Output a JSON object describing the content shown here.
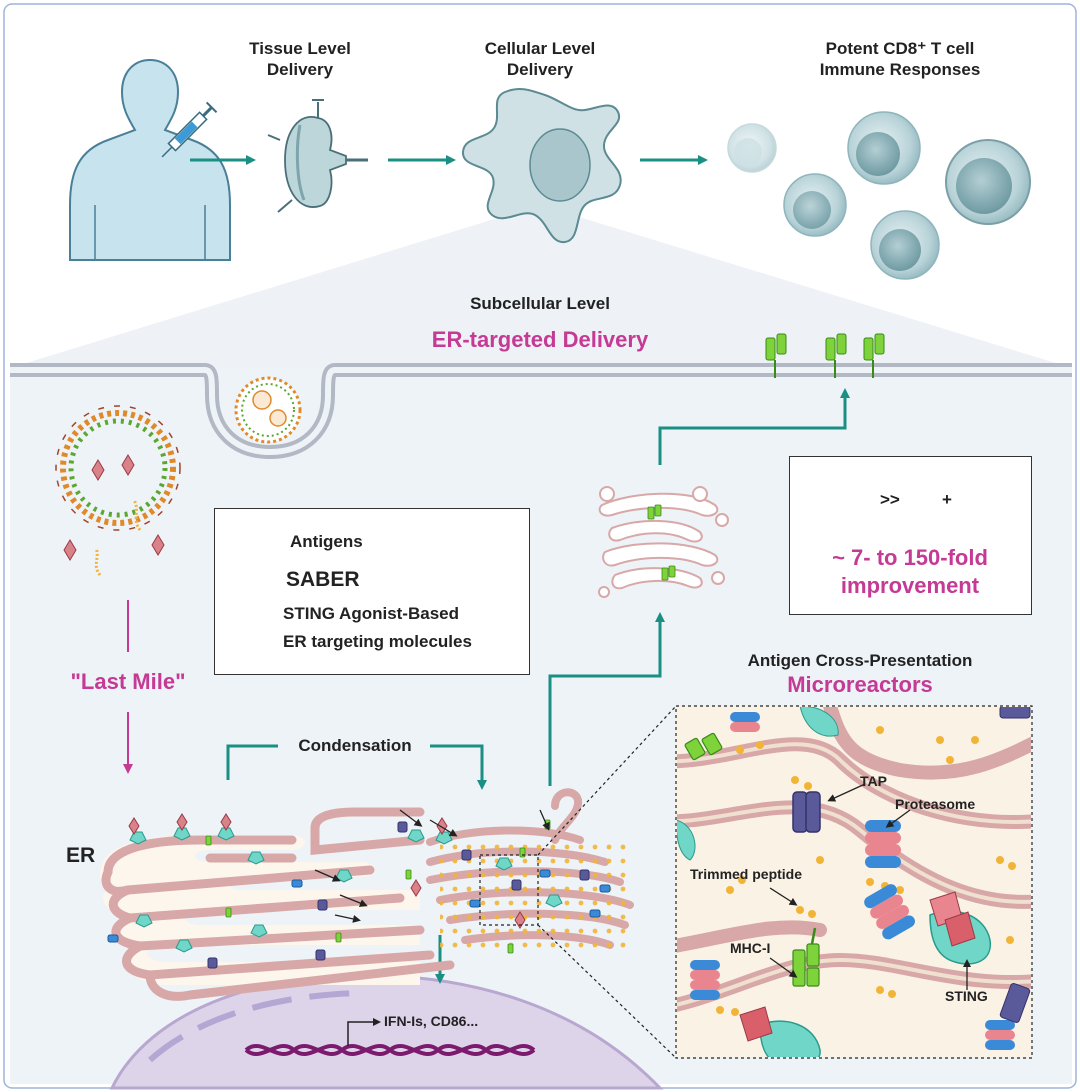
{
  "top": {
    "tissue_line1": "Tissue Level",
    "tissue_line2": "Delivery",
    "cellular_line1": "Cellular Level",
    "cellular_line2": "Delivery",
    "potent_line1": "Potent CD8⁺ T cell",
    "potent_line2": "Immune Responses"
  },
  "subcellular": {
    "title": "Subcellular Level",
    "subtitle": "ER-targeted Delivery"
  },
  "legend": {
    "antigens": "Antigens",
    "saber": "SABER",
    "saber_desc1": "STING Agonist-Based",
    "saber_desc2": "ER targeting molecules"
  },
  "improvement": {
    "ratio": ">>",
    "plus": "+",
    "line1": "~ 7- to 150-fold",
    "line2": "improvement"
  },
  "last_mile": "\"Last Mile\"",
  "condensation": "Condensation",
  "er_label": "ER",
  "gene_label": "IFN-Is, CD86...",
  "microreactor": {
    "line1": "Antigen Cross-Presentation",
    "line2": "Microreactors",
    "tap": "TAP",
    "proteasome": "Proteasome",
    "trimmed": "Trimmed peptide",
    "mhc": "MHC-I",
    "sting": "STING"
  },
  "colors": {
    "teal_arrow": "#1a8f84",
    "magenta": "#c43a94",
    "membrane": "#c9a3a8",
    "er_fill": "#fdf6ec",
    "er_stroke": "#d8a8a8",
    "nucleus": "#ddd4ea",
    "dna": "#7a1b6e",
    "mhc_green": "#7fd33a",
    "sting_teal": "#6fd6c8",
    "tap_purple": "#5a5a9a",
    "cell_fill": "#c6dce0"
  },
  "icons": [
    "human-silhouette-icon",
    "syringe-icon",
    "lymph-node-icon",
    "dendritic-cell-icon",
    "t-cell-icon",
    "nanoparticle-icon",
    "mhc-i-icon",
    "sting-icon",
    "tap-icon",
    "proteasome-icon",
    "dna-icon"
  ]
}
